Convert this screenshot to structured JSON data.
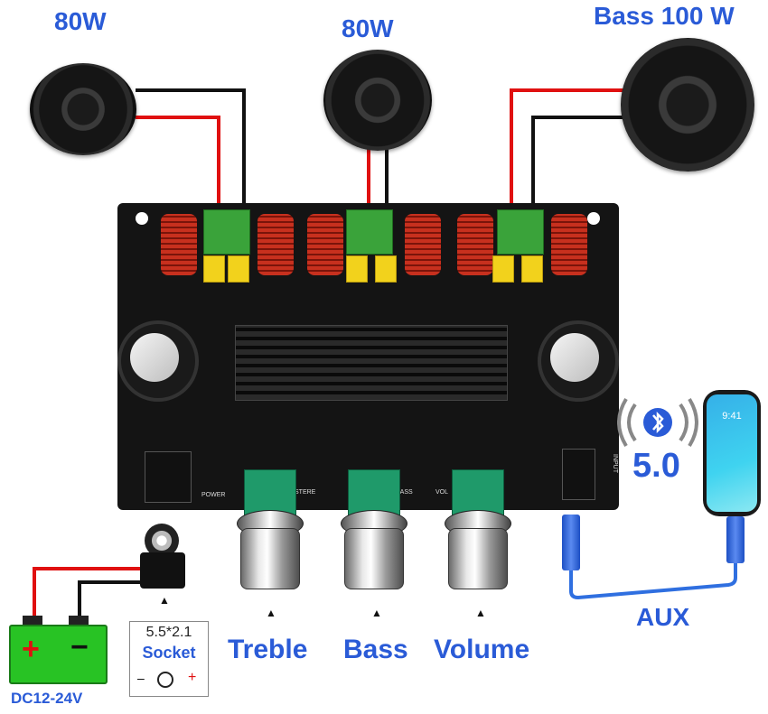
{
  "speakers": {
    "left": {
      "power": "80W"
    },
    "center": {
      "power": "80W"
    },
    "right": {
      "power": "Bass 100 W"
    }
  },
  "knobs": [
    {
      "label": "Treble"
    },
    {
      "label": "Bass"
    },
    {
      "label": "Volume"
    }
  ],
  "bluetooth": {
    "version": "5.0"
  },
  "phone": {
    "time": "9:41"
  },
  "aux": {
    "label": "AUX"
  },
  "socket": {
    "size": "5.5*2.1",
    "label": "Socket",
    "polarity_minus": "–",
    "polarity_plus": "+"
  },
  "battery": {
    "plus": "+",
    "minus": "−"
  },
  "power_input": {
    "label": "DC12-24V"
  },
  "board_silk": {
    "power": "POWER",
    "stereo": "STERE",
    "bass": "BASS",
    "vol": "VOL",
    "input": "INPUT"
  },
  "colors": {
    "label_blue": "#2a5bd7",
    "board": "#141414",
    "wire_red": "#e01010",
    "wire_black": "#111111",
    "cable_blue": "#2f6fe0"
  }
}
